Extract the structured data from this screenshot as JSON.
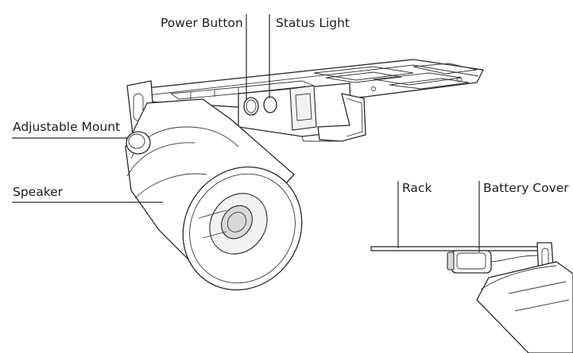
{
  "labels": {
    "power_button": "Power Button",
    "status_light": "Status Light",
    "adjustable_mount": "Adjustable Mount",
    "speaker": "Speaker",
    "rack": "Rack",
    "battery_cover": "Battery Cover"
  },
  "colors": {
    "line": "#2a2a2a",
    "text": "#1e1e1e",
    "background": "#ffffff"
  }
}
